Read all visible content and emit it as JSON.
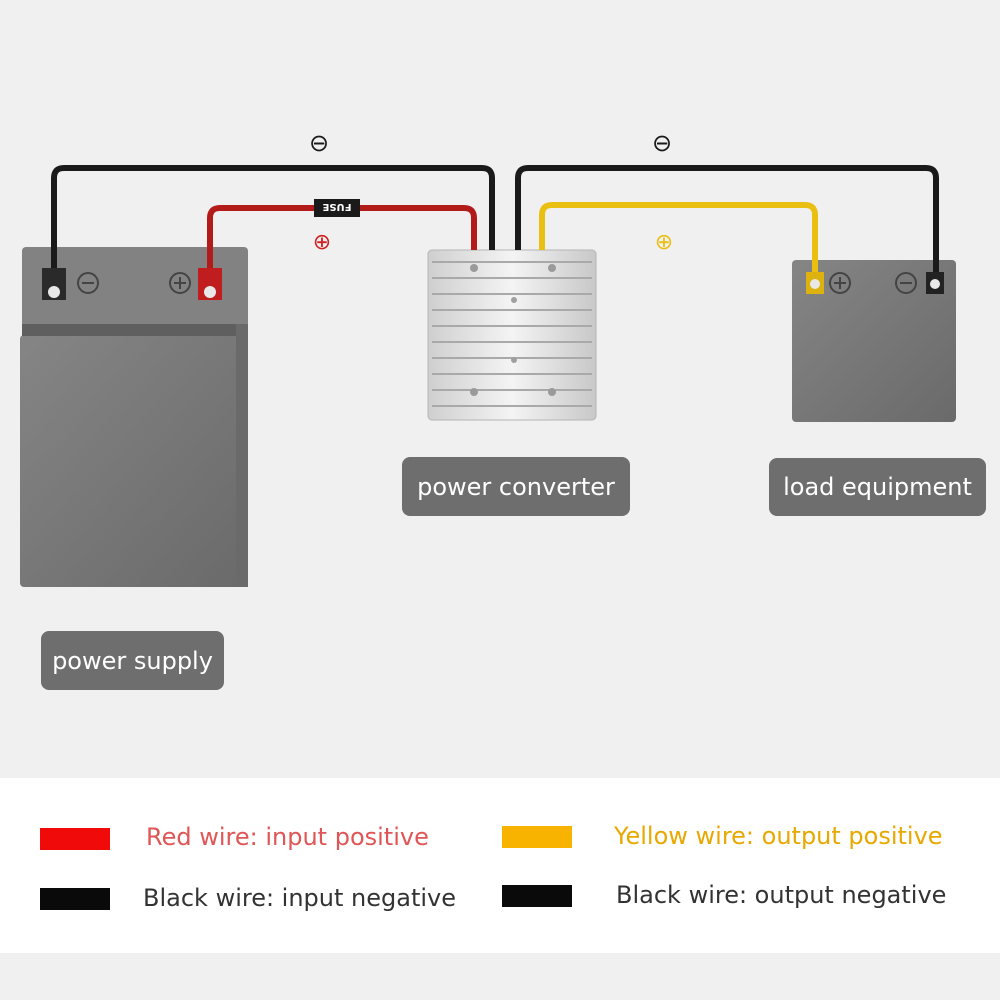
{
  "diagram": {
    "power_supply_label": "power supply",
    "power_converter_label": "power converter",
    "load_equipment_label": "load equipment",
    "fuse_label": "FUSE",
    "minus_symbol": "⊖",
    "plus_symbol": "⊕"
  },
  "legend": {
    "items": [
      {
        "label": "Red wire: input positive",
        "color": "#f00a0a",
        "text_color": "#e05555"
      },
      {
        "label": "Yellow wire: output positive",
        "color": "#f8b200",
        "text_color": "#e8a800"
      },
      {
        "label": "Black wire: input negative",
        "color": "#0a0a0a",
        "text_color": "#333333"
      },
      {
        "label": "Black wire: output negative",
        "color": "#0a0a0a",
        "text_color": "#333333"
      }
    ]
  },
  "colors": {
    "red_wire": "#b31b1b",
    "yellow_wire": "#e9bf12",
    "black_wire": "#1a1a1a",
    "device_gray": "#7a7a7a",
    "label_bg": "#6e6e6e"
  }
}
